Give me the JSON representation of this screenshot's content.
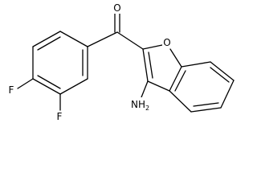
{
  "atoms": {
    "oxygen_carbonyl": "O",
    "oxygen_ring": "O",
    "fluorine_para": "F",
    "fluorine_meta": "F",
    "amino": "NH",
    "amino_subscript": "2"
  },
  "colors": {
    "bond": "#000000",
    "background": "#ffffff"
  }
}
